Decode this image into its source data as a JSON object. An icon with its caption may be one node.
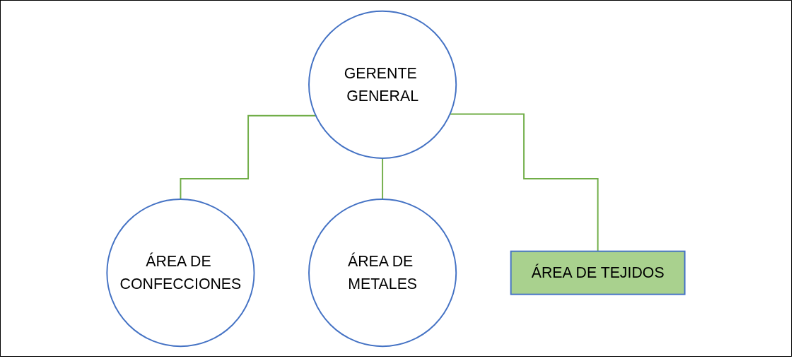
{
  "diagram": {
    "nodes": [
      {
        "text": [
          "GERENTE GENERAL"
        ]
      },
      {
        "text": [
          "ÁREA DE CONFECCIONES"
        ]
      },
      {
        "text": [
          "ÁREA DE METALES"
        ]
      },
      {
        "text": [
          "ÁREA DE TEJIDOS"
        ]
      }
    ],
    "edges": [
      {
        "from": 0,
        "to": 1,
        "arrow": "none"
      },
      {
        "from": 0,
        "to": 2,
        "arrow": "none"
      },
      {
        "from": 0,
        "to": 3,
        "arrow": "none"
      }
    ]
  }
}
